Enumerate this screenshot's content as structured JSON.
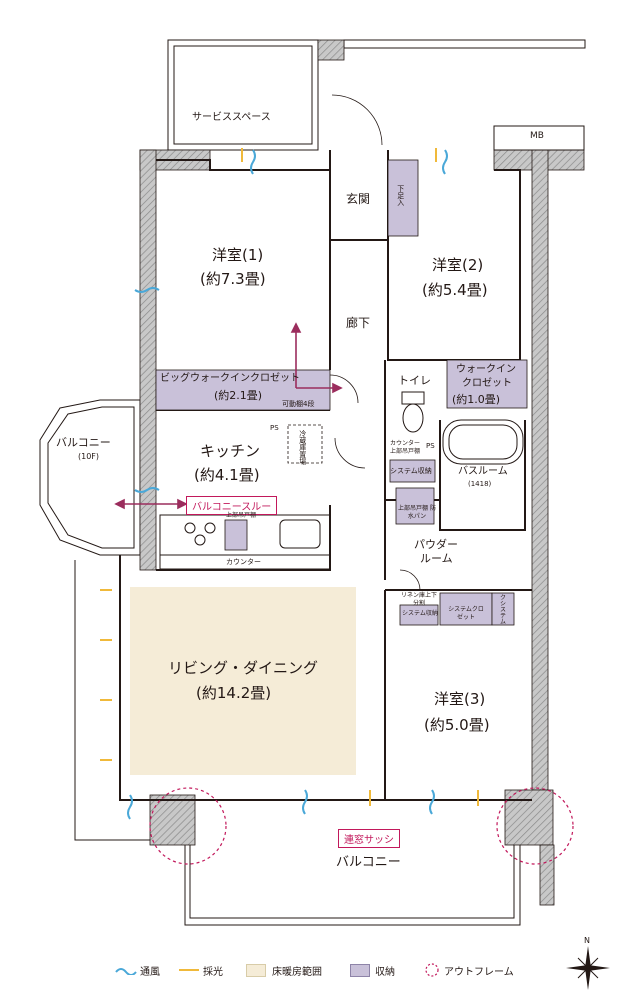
{
  "rooms": {
    "service_space": "サービススペース",
    "mb": "MB",
    "entrance": "玄関",
    "shoe_box": "下足入",
    "western1_name": "洋室(1)",
    "western1_size": "(約7.3畳)",
    "western2_name": "洋室(2)",
    "western2_size": "(約5.4畳)",
    "hallway": "廊下",
    "big_closet_name": "ビッグウォークインクロゼット",
    "big_closet_size": "(約2.1畳)",
    "movable_shelf": "可動棚4段",
    "walkin_closet_line1": "ウォークイン",
    "walkin_closet_line2": "クロゼット",
    "walkin_closet_size": "(約1.0畳)",
    "toilet": "トイレ",
    "counter_shelf": "カウンター上部吊戸棚",
    "ps": "PS",
    "system_storage": "システム収納",
    "bathroom_name": "バスルーム",
    "bathroom_size": "(1418)",
    "kitchen_name": "キッチン",
    "kitchen_size": "(約4.1畳)",
    "fridge": "冷蔵庫置場",
    "balcony_side": "バルコニー",
    "balcony_side_floor": "(10F)",
    "balcony_through": "バルコニースルー",
    "upper_cabinet": "上部吊戸棚",
    "washer_pan": "上部吊戸棚 防水パン",
    "counter": "カウンター",
    "powder_line1": "パウダー",
    "powder_line2": "ルーム",
    "linen_storage": "リネン庫上下分割",
    "system_storage_small": "システム収納",
    "system_closet": "システムクロゼット",
    "system_closet_vert": "クシステム",
    "living_name": "リビング・ダイニング",
    "living_size": "(約14.2畳)",
    "western3_name": "洋室(3)",
    "western3_size": "(約5.0畳)",
    "sash": "連窓サッシ",
    "balcony_main": "バルコニー"
  },
  "legend": {
    "ventilation": "通風",
    "daylight": "採光",
    "floor_heating": "床暖房範囲",
    "storage": "収納",
    "out_frame": "アウトフレーム"
  },
  "compass": "N",
  "colors": {
    "storage": "#c9c1d9",
    "floor_heating": "#f5ecd7",
    "wall": "#b0b0b0",
    "accent": "#c2185b",
    "vent": "#4aa8d8",
    "light": "#f0b93a",
    "line": "#231815"
  }
}
